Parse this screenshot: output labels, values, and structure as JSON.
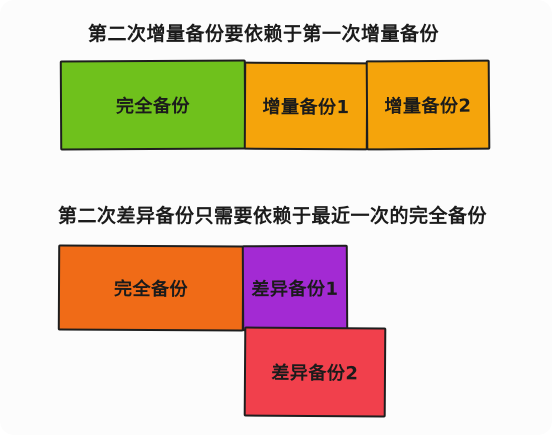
{
  "incremental_section": {
    "caption": "第二次增量备份要依赖于第一次增量备份",
    "blocks": [
      {
        "label": "完全备份",
        "color": "#6fc11c"
      },
      {
        "label": "增量备份1",
        "color": "#f5a40b"
      },
      {
        "label": "增量备份2",
        "color": "#f5a40b"
      }
    ]
  },
  "differential_section": {
    "caption": "第二次差异备份只需要依赖于最近一次的完全备份",
    "blocks": [
      {
        "label": "完全备份",
        "color": "#f06b17"
      },
      {
        "label": "差异备份1",
        "color": "#a32ad3"
      },
      {
        "label": "差异备份2",
        "color": "#f1404c"
      }
    ]
  }
}
